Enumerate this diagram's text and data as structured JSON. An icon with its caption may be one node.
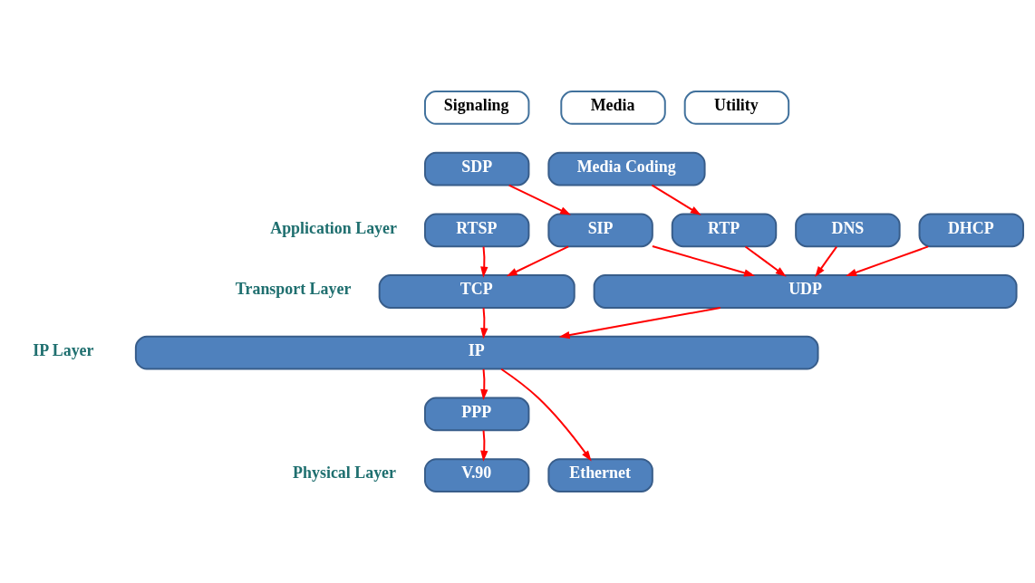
{
  "diagram": {
    "nodes": [
      {
        "text": [
          "Signaling"
        ]
      },
      {
        "text": [
          "Media"
        ]
      },
      {
        "text": [
          "Utility"
        ]
      },
      {
        "text": [
          "SDP"
        ]
      },
      {
        "text": [
          "Media Coding"
        ]
      },
      {
        "text": [
          "RTSP"
        ]
      },
      {
        "text": [
          "SIP"
        ]
      },
      {
        "text": [
          "RTP"
        ]
      },
      {
        "text": [
          "DNS"
        ]
      },
      {
        "text": [
          "DHCP"
        ]
      },
      {
        "text": [
          "TCP"
        ]
      },
      {
        "text": [
          "UDP"
        ]
      },
      {
        "text": [
          "IP"
        ]
      },
      {
        "text": [
          "PPP"
        ]
      },
      {
        "text": [
          "V.90"
        ]
      },
      {
        "text": [
          "Ethernet"
        ]
      }
    ],
    "edges": [
      {
        "from": 3,
        "to": 6,
        "arrow": "to"
      },
      {
        "from": 4,
        "to": 7,
        "arrow": "to"
      },
      {
        "from": 5,
        "to": 10,
        "arrow": "to"
      },
      {
        "from": 6,
        "to": 10,
        "arrow": "to"
      },
      {
        "from": 6,
        "to": 11,
        "arrow": "to"
      },
      {
        "from": 7,
        "to": 11,
        "arrow": "to"
      },
      {
        "from": 8,
        "to": 11,
        "arrow": "to"
      },
      {
        "from": 9,
        "to": 11,
        "arrow": "to"
      },
      {
        "from": 10,
        "to": 12,
        "arrow": "to"
      },
      {
        "from": 11,
        "to": 12,
        "arrow": "to"
      },
      {
        "from": 12,
        "to": 13,
        "arrow": "to"
      },
      {
        "from": 13,
        "to": 14,
        "arrow": "to"
      },
      {
        "from": 12,
        "to": 15,
        "arrow": "to"
      }
    ],
    "labels": [
      "Application Layer",
      "Transport Layer",
      "IP Layer",
      "Physical Layer"
    ]
  }
}
